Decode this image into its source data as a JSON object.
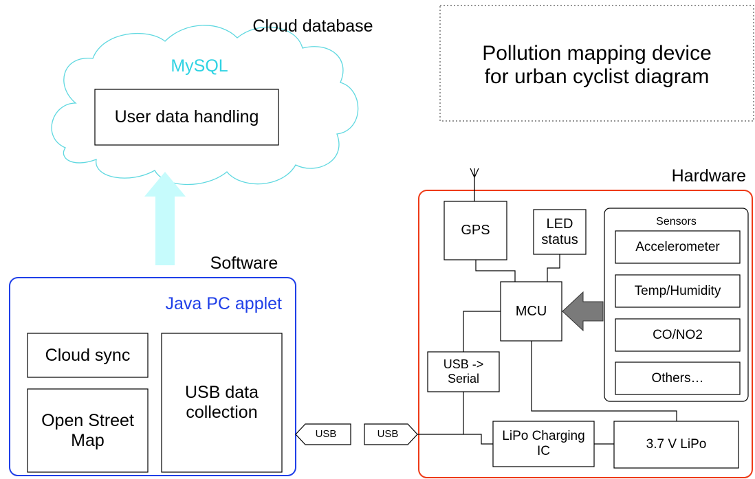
{
  "title": "Pollution mapping device for urban cyclist diagram",
  "cloud": {
    "heading": "Cloud database",
    "db_name": "MySQL",
    "module": "User data handling"
  },
  "software": {
    "heading": "Software",
    "applet": "Java PC applet",
    "modules": [
      "Cloud sync",
      "Open Street Map",
      "USB data collection"
    ]
  },
  "hardware": {
    "heading": "Hardware",
    "gps": "GPS",
    "led": "LED status",
    "mcu": "MCU",
    "usb_serial": "USB -> Serial",
    "lipo_ic": "LiPo Charging IC",
    "battery": "3.7 V LiPo",
    "sensors_title": "Sensors",
    "sensors": [
      "Accelerometer",
      "Temp/Humidity",
      "CO/NO2",
      "Others…"
    ]
  },
  "connectors": {
    "left": "USB",
    "right": "USB"
  },
  "colors": {
    "cloud": "#5fd8e0",
    "mysql_text": "#2fd3e3",
    "up_arrow": "#c6fbfc",
    "software_border": "#1f3fe8",
    "software_text": "#1f3fe8",
    "hardware_border": "#ee3a17",
    "sensor_arrow": "#7a7a7a"
  }
}
